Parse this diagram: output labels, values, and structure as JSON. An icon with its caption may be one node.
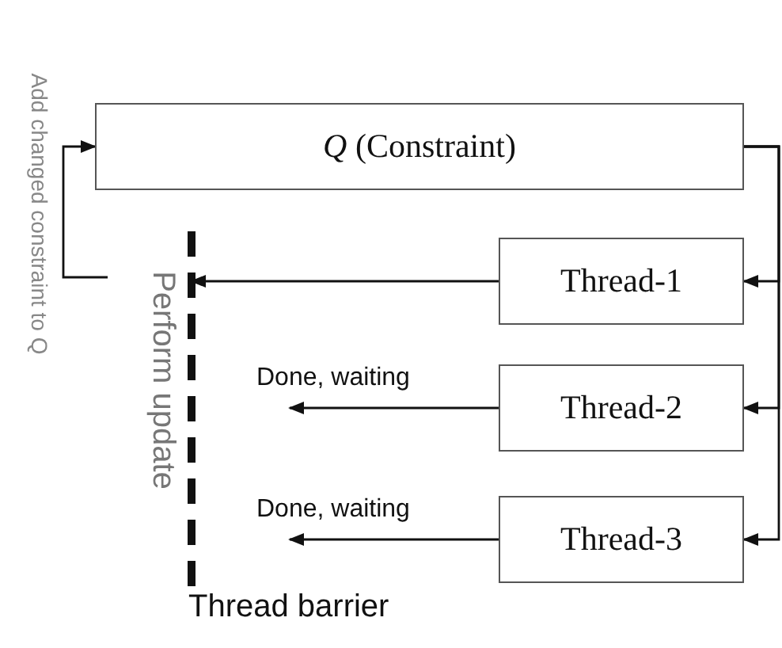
{
  "diagram": {
    "nodes": [
      {
        "text": [
          "*Q* (Constraint)"
        ]
      },
      {
        "text": [
          "Thread-1"
        ]
      },
      {
        "text": [
          "Thread-2"
        ]
      },
      {
        "text": [
          "Thread-3"
        ]
      },
      {
        "text": [],
        "shape": "bar",
        "beside": [
          "Perform update",
          "Thread barrier"
        ]
      }
    ],
    "edges": [
      {
        "from": 0,
        "to": 1,
        "arrow": "to"
      },
      {
        "from": 0,
        "to": 2,
        "arrow": "to"
      },
      {
        "from": 0,
        "to": 3,
        "arrow": "to"
      },
      {
        "from": null,
        "to": 0,
        "arrow": "to",
        "label": "Add changed constraint to Q"
      },
      {
        "from": 1,
        "to": 4,
        "arrow": "to"
      },
      {
        "from": 2,
        "to": 4,
        "arrow": "to",
        "label": "Done, waiting"
      },
      {
        "from": 3,
        "to": 4,
        "arrow": "to",
        "label": "Done, waiting"
      }
    ]
  }
}
